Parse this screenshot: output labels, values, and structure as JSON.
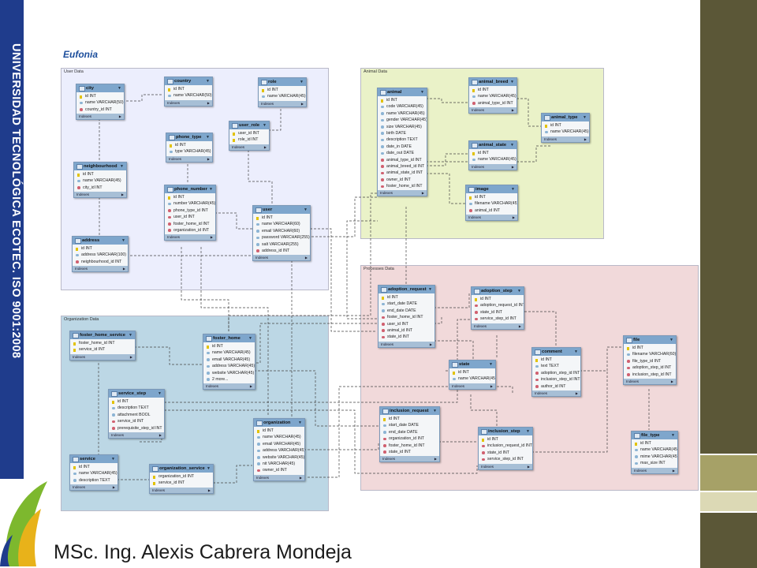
{
  "slide": {
    "vertical_title": "UNIVERSIDAD TECNOLÓGICA ECOTEC. ISO 9001:2008",
    "author": "MSc. Ing. Alexis Cabrera Mondeja",
    "logo_text": "Eufonia",
    "colors": {
      "sidebar": "#1f3c8c",
      "right_bar_top": "#5b5737",
      "right_bar_mid": "#a6a167",
      "right_bar_low": "#dcd9b5",
      "table_header": "#7ea6cc"
    }
  },
  "areas": [
    {
      "key": "user",
      "title": "User Data",
      "color": "#eceefd"
    },
    {
      "key": "animal",
      "title": "Animal Data",
      "color": "#eaf2c8"
    },
    {
      "key": "process",
      "title": "Processes Data",
      "color": "#f1d9da"
    },
    {
      "key": "org",
      "title": "Organization Data",
      "color": "#bcd7e5"
    }
  ],
  "tables": [
    {
      "key": "city",
      "name": "city",
      "fields": [
        [
          "pk",
          "id INT"
        ],
        [
          "f",
          "name VARCHAR(50)"
        ],
        [
          "fk",
          "country_id INT"
        ]
      ],
      "footer": "Indexes"
    },
    {
      "key": "country",
      "name": "country",
      "fields": [
        [
          "pk",
          "id INT"
        ],
        [
          "f",
          "name VARCHAR(50)"
        ]
      ],
      "footer": "Indexes"
    },
    {
      "key": "role",
      "name": "role",
      "fields": [
        [
          "pk",
          "id INT"
        ],
        [
          "f",
          "name VARCHAR(45)"
        ]
      ],
      "footer": "Indexes"
    },
    {
      "key": "user_role",
      "name": "user_role",
      "fields": [
        [
          "pk",
          "user_id INT"
        ],
        [
          "pk",
          "role_id INT"
        ]
      ],
      "footer": "Indexes"
    },
    {
      "key": "phone_type",
      "name": "phone_type",
      "fields": [
        [
          "pk",
          "id INT"
        ],
        [
          "f",
          "type VARCHAR(45)"
        ]
      ],
      "footer": "Indexes"
    },
    {
      "key": "neighbourhood",
      "name": "neighbourhood",
      "fields": [
        [
          "pk",
          "id INT"
        ],
        [
          "f",
          "name VARCHAR(45)"
        ],
        [
          "fk",
          "city_id INT"
        ]
      ],
      "footer": "Indexes"
    },
    {
      "key": "phone_number",
      "name": "phone_number",
      "fields": [
        [
          "pk",
          "id INT"
        ],
        [
          "f",
          "number VARCHAR(45)"
        ],
        [
          "fk",
          "phone_type_id INT"
        ],
        [
          "fk",
          "user_id INT"
        ],
        [
          "fk",
          "foster_home_id INT"
        ],
        [
          "fk",
          "organization_id INT"
        ]
      ],
      "footer": "Indexes"
    },
    {
      "key": "user",
      "name": "user",
      "fields": [
        [
          "pk",
          "id INT"
        ],
        [
          "f",
          "name VARCHAR(60)"
        ],
        [
          "f",
          "email VARCHAR(60)"
        ],
        [
          "f",
          "password VARCHAR(255)"
        ],
        [
          "f",
          "salt VARCHAR(255)"
        ],
        [
          "fk",
          "address_id INT"
        ]
      ],
      "footer": "Indexes"
    },
    {
      "key": "address",
      "name": "address",
      "fields": [
        [
          "pk",
          "id INT"
        ],
        [
          "f",
          "address VARCHAR(100)"
        ],
        [
          "fk",
          "neighbourhood_id INT"
        ]
      ],
      "footer": "Indexes"
    },
    {
      "key": "animal",
      "name": "animal",
      "fields": [
        [
          "pk",
          "id INT"
        ],
        [
          "f",
          "code VARCHAR(45)"
        ],
        [
          "f",
          "name VARCHAR(45)"
        ],
        [
          "f",
          "gender VARCHAR(45)"
        ],
        [
          "f",
          "size VARCHAR(45)"
        ],
        [
          "f",
          "birth DATE"
        ],
        [
          "f",
          "description TEXT"
        ],
        [
          "f",
          "date_in DATE"
        ],
        [
          "f",
          "date_out DATE"
        ],
        [
          "fk",
          "animal_type_id INT"
        ],
        [
          "fk",
          "animal_breed_id INT"
        ],
        [
          "fk",
          "animal_state_id INT"
        ],
        [
          "fk",
          "owner_id INT"
        ],
        [
          "fk",
          "foster_home_id INT"
        ]
      ],
      "footer": "Indexes"
    },
    {
      "key": "animal_breed",
      "name": "animal_breed",
      "fields": [
        [
          "pk",
          "id INT"
        ],
        [
          "f",
          "name VARCHAR(45)"
        ],
        [
          "fk",
          "animal_type_id INT"
        ]
      ],
      "footer": "Indexes"
    },
    {
      "key": "animal_type",
      "name": "animal_type",
      "fields": [
        [
          "pk",
          "id INT"
        ],
        [
          "f",
          "name VARCHAR(45)"
        ]
      ],
      "footer": "Indexes"
    },
    {
      "key": "animal_state",
      "name": "animal_state",
      "fields": [
        [
          "pk",
          "id INT"
        ],
        [
          "f",
          "name VARCHAR(45)"
        ]
      ],
      "footer": "Indexes"
    },
    {
      "key": "image",
      "name": "image",
      "fields": [
        [
          "pk",
          "id INT"
        ],
        [
          "f",
          "filename VARCHAR(45)"
        ],
        [
          "fk",
          "animal_id INT"
        ]
      ],
      "footer": "Indexes"
    },
    {
      "key": "adoption_request",
      "name": "adoption_request",
      "fields": [
        [
          "pk",
          "id INT"
        ],
        [
          "f",
          "start_date DATE"
        ],
        [
          "f",
          "end_date DATE"
        ],
        [
          "fk",
          "foster_home_id INT"
        ],
        [
          "fk",
          "user_id INT"
        ],
        [
          "fk",
          "animal_id INT"
        ],
        [
          "fk",
          "state_id INT"
        ]
      ],
      "footer": "Indexes"
    },
    {
      "key": "adoption_step",
      "name": "adoption_step",
      "fields": [
        [
          "pk",
          "id INT"
        ],
        [
          "fk",
          "adoption_request_id INT"
        ],
        [
          "fk",
          "state_id INT"
        ],
        [
          "fk",
          "service_step_id INT"
        ]
      ],
      "footer": "Indexes"
    },
    {
      "key": "file",
      "name": "file",
      "fields": [
        [
          "pk",
          "id INT"
        ],
        [
          "f",
          "filename VARCHAR(60)"
        ],
        [
          "fk",
          "file_type_id INT"
        ],
        [
          "fk",
          "adoption_step_id INT"
        ],
        [
          "fk",
          "inclusion_step_id INT"
        ]
      ],
      "footer": "Indexes"
    },
    {
      "key": "state",
      "name": "state",
      "fields": [
        [
          "pk",
          "id INT"
        ],
        [
          "f",
          "name VARCHAR(45)"
        ]
      ],
      "footer": "Indexes"
    },
    {
      "key": "comment",
      "name": "comment",
      "fields": [
        [
          "pk",
          "id INT"
        ],
        [
          "f",
          "text TEXT"
        ],
        [
          "fk",
          "adoption_step_id INT"
        ],
        [
          "fk",
          "inclusion_step_id INT"
        ],
        [
          "fk",
          "author_id INT"
        ]
      ],
      "footer": "Indexes"
    },
    {
      "key": "inclusion_request",
      "name": "inclusion_request",
      "fields": [
        [
          "pk",
          "id INT"
        ],
        [
          "f",
          "start_date DATE"
        ],
        [
          "f",
          "end_date DATE"
        ],
        [
          "fk",
          "organization_id INT"
        ],
        [
          "fk",
          "foster_home_id INT"
        ],
        [
          "fk",
          "state_id INT"
        ]
      ],
      "footer": "Indexes"
    },
    {
      "key": "inclusion_step",
      "name": "inclusion_step",
      "fields": [
        [
          "pk",
          "id INT"
        ],
        [
          "fk",
          "inclusion_request_id INT"
        ],
        [
          "fk",
          "state_id INT"
        ],
        [
          "fk",
          "service_step_id INT"
        ]
      ],
      "footer": "Indexes"
    },
    {
      "key": "file_type",
      "name": "file_type",
      "fields": [
        [
          "pk",
          "id INT"
        ],
        [
          "f",
          "name VARCHAR(45)"
        ],
        [
          "f",
          "mime VARCHAR(45)"
        ],
        [
          "f",
          "max_size INT"
        ]
      ],
      "footer": "Indexes"
    },
    {
      "key": "foster_home_service",
      "name": "foster_home_service",
      "fields": [
        [
          "pk",
          "foster_home_id INT"
        ],
        [
          "pk",
          "service_id INT"
        ]
      ],
      "footer": "Indexes"
    },
    {
      "key": "foster_home",
      "name": "foster_home",
      "fields": [
        [
          "pk",
          "id INT"
        ],
        [
          "f",
          "name VARCHAR(45)"
        ],
        [
          "f",
          "email VARCHAR(45)"
        ],
        [
          "f",
          "address VARCHAR(45)"
        ],
        [
          "f",
          "website VARCHAR(45)"
        ],
        [
          "f",
          "2 more..."
        ]
      ],
      "footer": "Indexes"
    },
    {
      "key": "service_step",
      "name": "service_step",
      "fields": [
        [
          "pk",
          "id INT"
        ],
        [
          "f",
          "description TEXT"
        ],
        [
          "f",
          "attachment BOOL"
        ],
        [
          "fk",
          "service_id INT"
        ],
        [
          "fk",
          "prerequisite_step_id INT"
        ]
      ],
      "footer": "Indexes"
    },
    {
      "key": "organization",
      "name": "organization",
      "fields": [
        [
          "pk",
          "id INT"
        ],
        [
          "f",
          "name VARCHAR(45)"
        ],
        [
          "f",
          "email VARCHAR(45)"
        ],
        [
          "f",
          "address VARCHAR(45)"
        ],
        [
          "f",
          "website VARCHAR(45)"
        ],
        [
          "f",
          "nit VARCHAR(45)"
        ],
        [
          "fk",
          "owner_id INT"
        ]
      ],
      "footer": "Indexes"
    },
    {
      "key": "service",
      "name": "service",
      "fields": [
        [
          "pk",
          "id INT"
        ],
        [
          "f",
          "name VARCHAR(45)"
        ],
        [
          "f",
          "description TEXT"
        ]
      ],
      "footer": "Indexes"
    },
    {
      "key": "organization_service",
      "name": "organization_service",
      "fields": [
        [
          "pk",
          "organization_id INT"
        ],
        [
          "pk",
          "service_id INT"
        ]
      ],
      "footer": "Indexes"
    }
  ]
}
